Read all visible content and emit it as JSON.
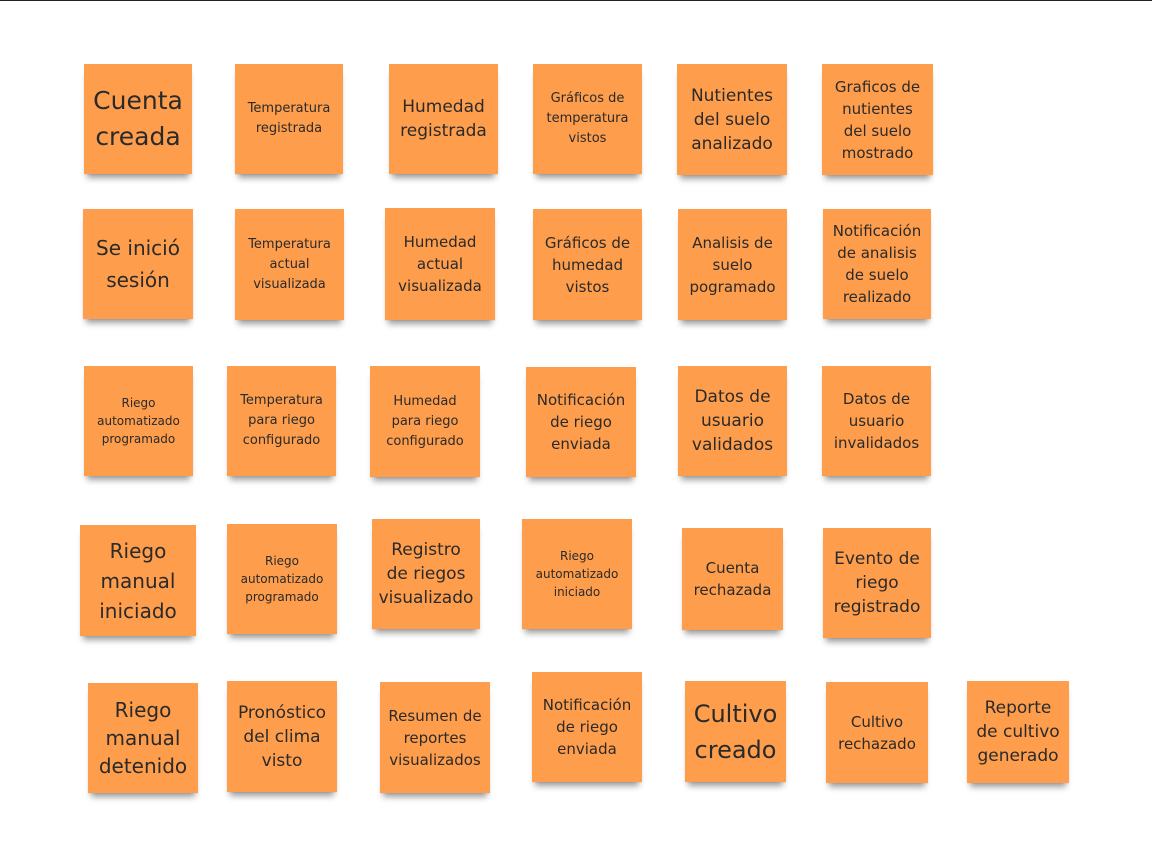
{
  "board": {
    "notes": [
      {
        "id": "cuenta-creada",
        "text": "Cuenta creada"
      },
      {
        "id": "temperatura-registrada",
        "text": "Temperatura registrada"
      },
      {
        "id": "humedad-registrada",
        "text": "Humedad registrada"
      },
      {
        "id": "graficos-temperatura-vistos",
        "text": "Gráficos de temperatura vistos"
      },
      {
        "id": "nutrientes-suelo-analizado",
        "text": "Nutientes del suelo analizado"
      },
      {
        "id": "graficos-nutrientes-mostrado",
        "text": "Graficos de nutientes del suelo mostrado"
      },
      {
        "id": "se-inicio-sesion",
        "text": "Se inició sesión"
      },
      {
        "id": "temperatura-actual-visualizada",
        "text": "Temperatura actual visualizada"
      },
      {
        "id": "humedad-actual-visualizada",
        "text": "Humedad actual visualizada"
      },
      {
        "id": "graficos-humedad-vistos",
        "text": "Gráficos de humedad vistos"
      },
      {
        "id": "analisis-suelo-programado",
        "text": "Analisis de suelo pogramado"
      },
      {
        "id": "notificacion-analisis-suelo",
        "text": "Notificación de analisis de suelo realizado"
      },
      {
        "id": "riego-automatizado-programado-1",
        "text": "Riego automatizado programado"
      },
      {
        "id": "temperatura-riego-configurado",
        "text": "Temperatura para riego configurado"
      },
      {
        "id": "humedad-riego-configurado",
        "text": "Humedad para riego configurado"
      },
      {
        "id": "notificacion-riego-enviada-1",
        "text": "Notificación de riego enviada"
      },
      {
        "id": "datos-usuario-validados",
        "text": "Datos de usuario validados"
      },
      {
        "id": "datos-usuario-invalidados",
        "text": "Datos de usuario invalidados"
      },
      {
        "id": "riego-manual-iniciado",
        "text": "Riego manual iniciado"
      },
      {
        "id": "riego-automatizado-programado-2",
        "text": "Riego automatizado programado"
      },
      {
        "id": "registro-riegos-visualizado",
        "text": "Registro de riegos visualizado"
      },
      {
        "id": "riego-automatizado-iniciado",
        "text": "Riego automatizado iniciado"
      },
      {
        "id": "cuenta-rechazada",
        "text": "Cuenta rechazada"
      },
      {
        "id": "evento-riego-registrado",
        "text": "Evento de riego registrado"
      },
      {
        "id": "riego-manual-detenido",
        "text": "Riego manual detenido"
      },
      {
        "id": "pronostico-clima-visto",
        "text": "Pronóstico del clima visto"
      },
      {
        "id": "resumen-reportes-visualizados",
        "text": "Resumen de reportes visualizados"
      },
      {
        "id": "notificacion-riego-enviada-2",
        "text": "Notificación de riego enviada"
      },
      {
        "id": "cultivo-creado",
        "text": "Cultivo creado"
      },
      {
        "id": "cultivo-rechazado",
        "text": "Cultivo rechazado"
      },
      {
        "id": "reporte-cultivo-generado",
        "text": "Reporte de cultivo generado"
      }
    ]
  }
}
